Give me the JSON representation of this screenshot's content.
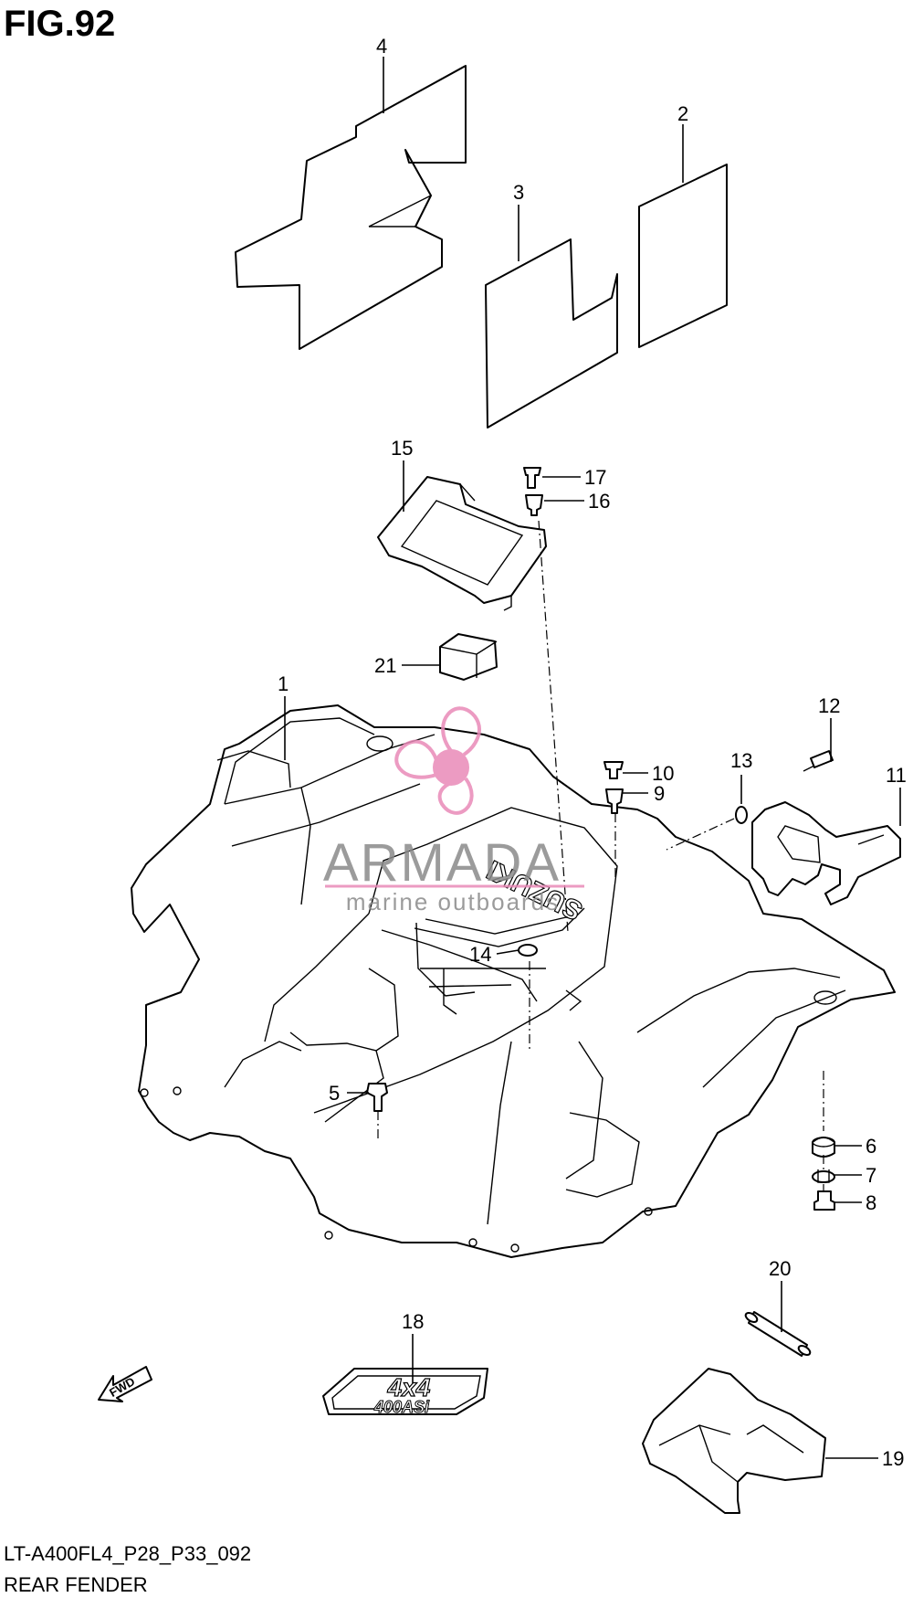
{
  "figure_title": "FIG.92",
  "footer": {
    "model_code": "LT-A400FL4_P28_P33_092",
    "section_name": "REAR FENDER"
  },
  "watermark": {
    "brand": "ARMADA",
    "tagline": "marine outboards",
    "accent_color": "#e98ab8"
  },
  "decal_texts": {
    "fwd": "FWD",
    "suzuki": "SUZUKI",
    "badge_top": "4x4",
    "badge_bottom": "400ASi"
  },
  "callouts": [
    {
      "id": "c1",
      "label": "1"
    },
    {
      "id": "c2",
      "label": "2"
    },
    {
      "id": "c3",
      "label": "3"
    },
    {
      "id": "c4",
      "label": "4"
    },
    {
      "id": "c5",
      "label": "5"
    },
    {
      "id": "c6",
      "label": "6"
    },
    {
      "id": "c7",
      "label": "7"
    },
    {
      "id": "c8",
      "label": "8"
    },
    {
      "id": "c9",
      "label": "9"
    },
    {
      "id": "c10",
      "label": "10"
    },
    {
      "id": "c11",
      "label": "11"
    },
    {
      "id": "c12",
      "label": "12"
    },
    {
      "id": "c13",
      "label": "13"
    },
    {
      "id": "c14",
      "label": "14"
    },
    {
      "id": "c15",
      "label": "15"
    },
    {
      "id": "c16",
      "label": "16"
    },
    {
      "id": "c17",
      "label": "17"
    },
    {
      "id": "c18",
      "label": "18"
    },
    {
      "id": "c19",
      "label": "19"
    },
    {
      "id": "c20",
      "label": "20"
    },
    {
      "id": "c21",
      "label": "21"
    }
  ]
}
